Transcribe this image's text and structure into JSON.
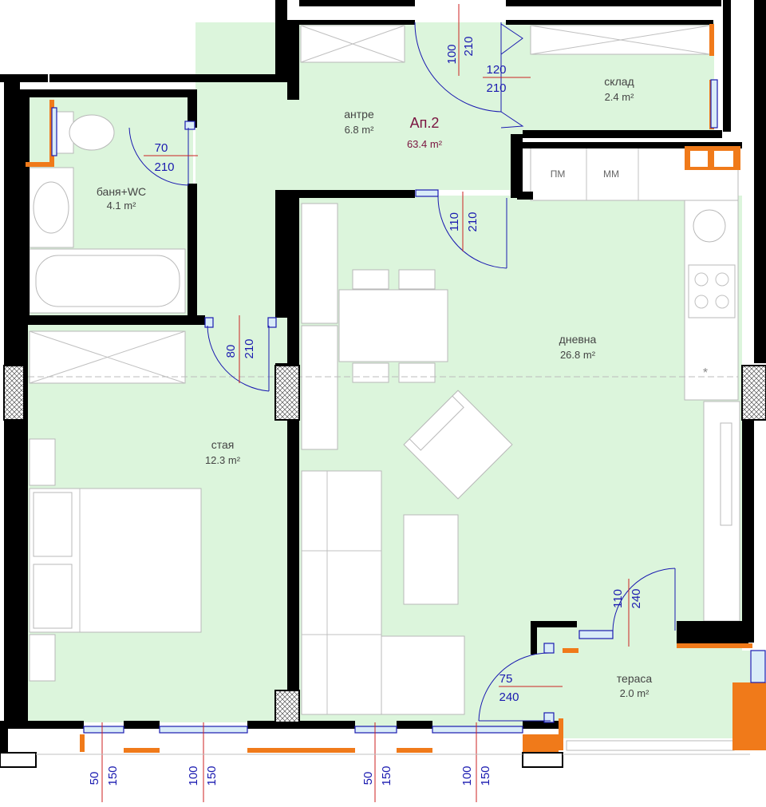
{
  "apartment": {
    "name": "Ап.2",
    "area": "63.4 m²"
  },
  "rooms": {
    "antre": {
      "name": "антре",
      "area": "6.8 m²"
    },
    "sklad": {
      "name": "склад",
      "area": "2.4 m²"
    },
    "bath": {
      "name": "баня+WC",
      "area": "4.1 m²"
    },
    "living": {
      "name": "дневна",
      "area": "26.8 m²"
    },
    "bedroom": {
      "name": "стая",
      "area": "12.3 m²"
    },
    "terrace": {
      "name": "тераса",
      "area": "2.0 m²"
    }
  },
  "appliances": {
    "dishwasher": "ПМ",
    "washer": "ММ"
  },
  "doors": {
    "entrance": {
      "w": "100",
      "h": "210"
    },
    "storage": {
      "w": "120",
      "h": "210"
    },
    "bath": {
      "w": "70",
      "h": "210"
    },
    "living": {
      "w": "110",
      "h": "210"
    },
    "bedroom": {
      "w": "80",
      "h": "210"
    },
    "terrace_living": {
      "w": "110",
      "h": "240"
    },
    "terrace_door": {
      "w": "75",
      "h": "240"
    }
  },
  "windows": [
    {
      "w": "50",
      "h": "150"
    },
    {
      "w": "100",
      "h": "150"
    },
    {
      "w": "50",
      "h": "150"
    },
    {
      "w": "100",
      "h": "150"
    }
  ],
  "colors": {
    "floor": "#dcf5dc",
    "wall": "#000000",
    "insulation": "#f07a1a",
    "dimension": "#1a1ab0",
    "apartment_label": "#7a1440"
  }
}
